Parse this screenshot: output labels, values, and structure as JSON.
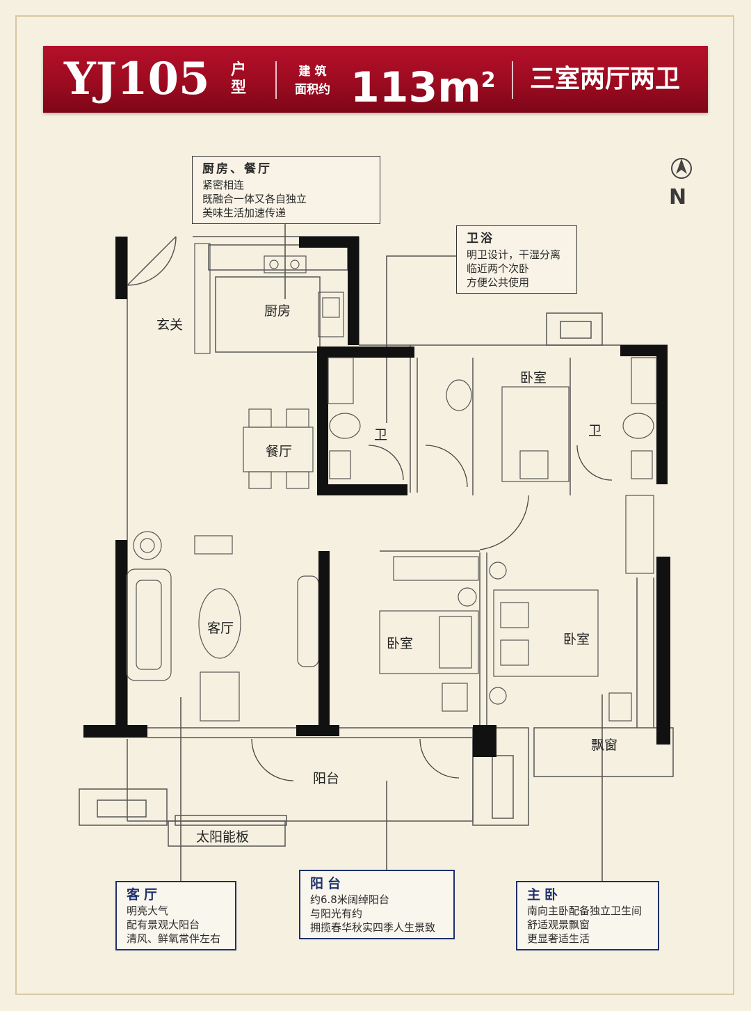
{
  "banner": {
    "code": "YJ105",
    "type_label_1": "户",
    "type_label_2": "型",
    "area_label_1": "建 筑",
    "area_label_2": "面积约",
    "area_value": "113m",
    "area_sup": "2",
    "layout": "三室两厅两卫"
  },
  "compass": {
    "letter": "N"
  },
  "rooms": {
    "entrance": "玄关",
    "kitchen": "厨房",
    "dining": "餐厅",
    "bath_1": "卫",
    "bath_2": "卫",
    "bedroom_top": "卧室",
    "bedroom_mid": "卧室",
    "bedroom_master": "卧室",
    "living": "客厅",
    "balcony": "阳台",
    "solar": "太阳能板",
    "bay_window": "飘窗"
  },
  "callouts": {
    "kitchen": {
      "title": "厨房、餐厅",
      "lines": [
        "紧密相连",
        "既融合一体又各自独立",
        "美味生活加速传递"
      ]
    },
    "bath": {
      "title": "卫浴",
      "lines": [
        "明卫设计，干湿分离",
        "临近两个次卧",
        "方便公共使用"
      ]
    },
    "living": {
      "title": "客厅",
      "lines": [
        "明亮大气",
        "配有景观大阳台",
        "清风、鲜氧常伴左右"
      ]
    },
    "balcony": {
      "title": "阳台",
      "lines": [
        "约6.8米阔绰阳台",
        "与阳光有约",
        "拥揽春华秋实四季人生景致"
      ]
    },
    "master": {
      "title": "主卧",
      "lines": [
        "南向主卧配备独立卫生间",
        "舒适观景飘窗",
        "更显奢适生活"
      ]
    }
  },
  "colors": {
    "banner": "#a50d24",
    "wall": "#111111",
    "callout_border_blue": "#1e2f6b"
  }
}
